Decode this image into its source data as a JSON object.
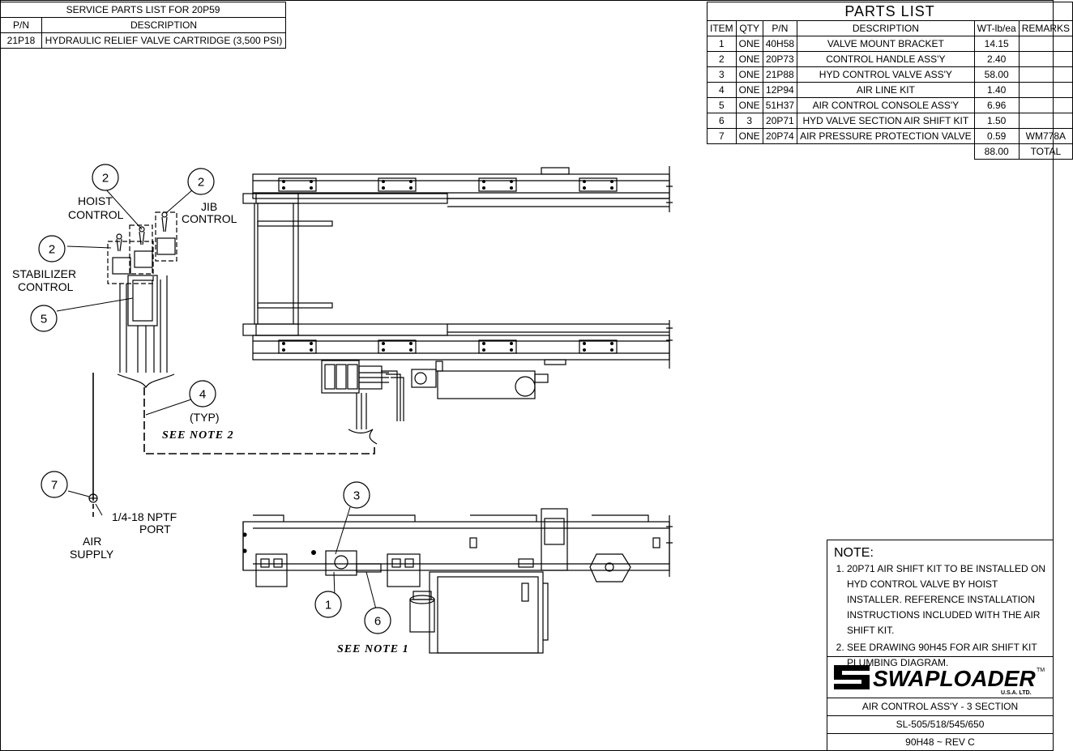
{
  "service_parts": {
    "title": "SERVICE PARTS LIST FOR 20P59",
    "headers": [
      "P/N",
      "DESCRIPTION"
    ],
    "rows": [
      [
        "21P18",
        "HYDRAULIC RELIEF VALVE CARTRIDGE (3,500 PSI)"
      ]
    ]
  },
  "parts_list": {
    "title": "PARTS LIST",
    "headers": [
      "ITEM",
      "QTY",
      "P/N",
      "DESCRIPTION",
      "WT-lb/ea",
      "REMARKS"
    ],
    "rows": [
      [
        "1",
        "ONE",
        "40H58",
        "VALVE MOUNT BRACKET",
        "14.15",
        ""
      ],
      [
        "2",
        "ONE",
        "20P73",
        "CONTROL HANDLE ASS'Y",
        "2.40",
        ""
      ],
      [
        "3",
        "ONE",
        "21P88",
        "HYD CONTROL VALVE ASS'Y",
        "58.00",
        ""
      ],
      [
        "4",
        "ONE",
        "12P94",
        "AIR LINE KIT",
        "1.40",
        ""
      ],
      [
        "5",
        "ONE",
        "51H37",
        "AIR CONTROL CONSOLE ASS'Y",
        "6.96",
        ""
      ],
      [
        "6",
        "3",
        "20P71",
        "HYD VALVE SECTION AIR SHIFT KIT",
        "1.50",
        ""
      ],
      [
        "7",
        "ONE",
        "20P74",
        "AIR PRESSURE PROTECTION VALVE",
        "0.59",
        "WM778A"
      ]
    ],
    "total_value": "88.00",
    "total_label": "TOTAL"
  },
  "labels": {
    "hoist_control": [
      "HOIST",
      "CONTROL"
    ],
    "jib_control": [
      "JIB",
      "CONTROL"
    ],
    "stabilizer_control": [
      "STABILIZER",
      "CONTROL"
    ],
    "typ": "(TYP)",
    "see_note_2": "SEE NOTE 2",
    "see_note_1": "SEE NOTE 1",
    "port": [
      "1/4-18 NPTF",
      "PORT"
    ],
    "air_supply": [
      "AIR",
      "SUPPLY"
    ]
  },
  "callouts": [
    "2",
    "2",
    "2",
    "5",
    "4",
    "7",
    "3",
    "1",
    "6"
  ],
  "notes": {
    "heading": "NOTE:",
    "items": [
      "20P71 AIR SHIFT KIT TO BE INSTALLED ON HYD CONTROL VALVE BY HOIST INSTALLER. REFERENCE INSTALLATION INSTRUCTIONS INCLUDED WITH THE AIR SHIFT KIT.",
      "SEE DRAWING 90H45 FOR AIR SHIFT KIT PLUMBING DIAGRAM."
    ]
  },
  "title_block": {
    "logo_text": "SWAPLOADER",
    "logo_tm": "TM",
    "logo_sub": "U.S.A.   LTD.",
    "title": "AIR CONTROL ASS'Y - 3 SECTION",
    "models": "SL-505/518/545/650",
    "drawing_no": "90H48 ~ REV C"
  }
}
